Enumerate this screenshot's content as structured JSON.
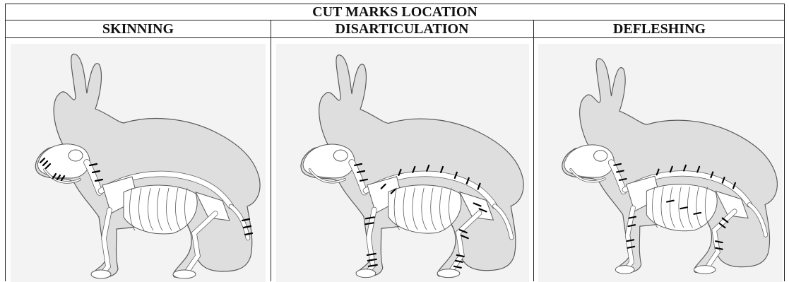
{
  "figure": {
    "title": "CUT MARKS LOCATION",
    "columns": [
      {
        "heading": "SKINNING"
      },
      {
        "heading": "DISARTICULATION"
      },
      {
        "heading": "DEFLESHING"
      }
    ]
  },
  "colors": {
    "panel_background": "#f3f3f3",
    "body_silhouette": "#dedede",
    "bone_fill": "#ffffff",
    "outline": "#5a5a5a",
    "cut_mark": "#000000"
  },
  "cut_marks": {
    "skinning": [
      "head-snout",
      "head-mandible",
      "neck-cervical",
      "tail"
    ],
    "disarticulation": [
      "neck-cervical",
      "scapula",
      "thoracic-spine",
      "lumbar-spine",
      "elbow",
      "forelimb-distal",
      "hip",
      "knee",
      "tarsal"
    ],
    "defleshing": [
      "neck-cervical",
      "thoracic-spine",
      "lumbar-spine",
      "ribs",
      "humerus",
      "radius-ulna",
      "femur",
      "tibia"
    ]
  }
}
